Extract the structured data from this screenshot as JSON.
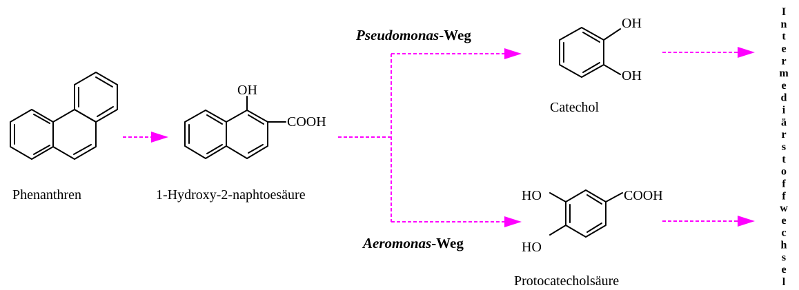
{
  "compounds": {
    "phenanthrene": {
      "name": "Phenanthren"
    },
    "hydroxynaphthoic_acid": {
      "name": "1-Hydroxy-2-naphtoesäure",
      "oh": "OH",
      "cooh": "COOH"
    },
    "catechol": {
      "name": "Catechol",
      "oh_top": "OH",
      "oh_bottom": "OH"
    },
    "protocatechuic_acid": {
      "name": "Protocatecholsäure",
      "ho_top": "HO",
      "ho_bottom": "HO",
      "cooh": "COOH"
    }
  },
  "pathways": {
    "pseudomonas": {
      "organism": "Pseudomonas",
      "suffix": "-Weg"
    },
    "aeromonas": {
      "organism": "Aeromonas",
      "suffix": "-Weg"
    }
  },
  "side_label": "Intermediärstoffwechsel",
  "colors": {
    "arrow": "#ff00ff",
    "bond": "#000000"
  }
}
